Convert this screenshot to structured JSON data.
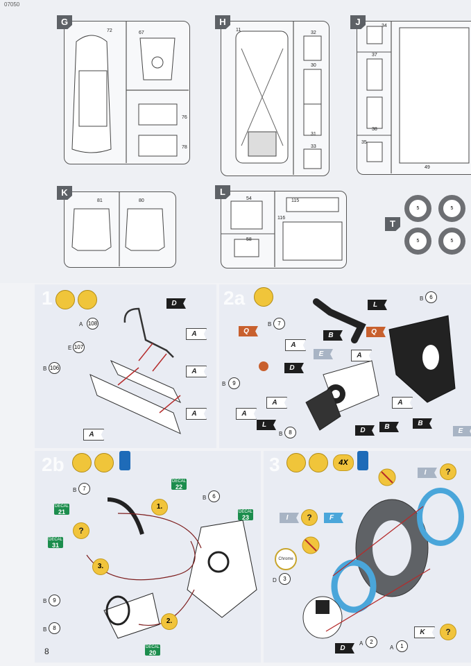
{
  "page": {
    "code": "07050",
    "number": "8"
  },
  "sprues": [
    {
      "letter": "G",
      "parts": [
        "72",
        "67",
        "76",
        "78"
      ]
    },
    {
      "letter": "H",
      "parts": [
        "11",
        "32",
        "30",
        "31",
        "33"
      ]
    },
    {
      "letter": "J",
      "parts": [
        "34",
        "37",
        "38",
        "35",
        "49"
      ]
    },
    {
      "letter": "K",
      "parts": [
        "81",
        "80"
      ]
    },
    {
      "letter": "L",
      "parts": [
        "54",
        "58",
        "115",
        "116"
      ]
    },
    {
      "letter": "T",
      "parts": [
        "5",
        "5",
        "5",
        "5"
      ]
    }
  ],
  "steps": {
    "s1": {
      "number": "1",
      "callouts": [
        {
          "prefix": "A",
          "num": "108"
        },
        {
          "prefix": "E",
          "num": "107"
        },
        {
          "prefix": "B",
          "num": "106"
        }
      ],
      "flags": [
        "D",
        "A",
        "A",
        "A",
        "A"
      ]
    },
    "s2a": {
      "number": "2a",
      "callouts": [
        {
          "prefix": "B",
          "num": "7"
        },
        {
          "prefix": "B",
          "num": "9"
        },
        {
          "prefix": "B",
          "num": "8"
        },
        {
          "prefix": "B",
          "num": "6"
        }
      ],
      "flags": [
        "L",
        "Q",
        "Q",
        "A",
        "B",
        "E",
        "A",
        "D",
        "A",
        "A",
        "A",
        "L",
        "D",
        "B",
        "B",
        "E"
      ]
    },
    "s2b": {
      "number": "2b",
      "callouts": [
        {
          "prefix": "B",
          "num": "7"
        },
        {
          "prefix": "B",
          "num": "6"
        },
        {
          "prefix": "B",
          "num": "9"
        },
        {
          "prefix": "B",
          "num": "8"
        }
      ],
      "decals": [
        {
          "label": "DECAL",
          "num": "22"
        },
        {
          "label": "DECAL",
          "num": "23"
        },
        {
          "label": "DECAL",
          "num": "21"
        },
        {
          "label": "DECAL",
          "num": "31"
        },
        {
          "label": "DECAL",
          "num": "20"
        }
      ],
      "sequence": [
        "1.",
        "2.",
        "3."
      ],
      "question": "?"
    },
    "s3": {
      "number": "3",
      "badge": "4X",
      "chrome": "Chrome",
      "callouts": [
        {
          "prefix": "D",
          "num": "3"
        },
        {
          "prefix": "A",
          "num": "2"
        },
        {
          "prefix": "A",
          "num": "1"
        }
      ],
      "flags": [
        "I",
        "F",
        "I",
        "D",
        "K"
      ],
      "question": "?"
    }
  },
  "colors": {
    "paint_yellow": "#f1c43c",
    "flag_black": "#1d1d1d",
    "flag_red": "#c8602e",
    "decal_green": "#1c8d4d",
    "tire_blue": "#4aa6da"
  }
}
